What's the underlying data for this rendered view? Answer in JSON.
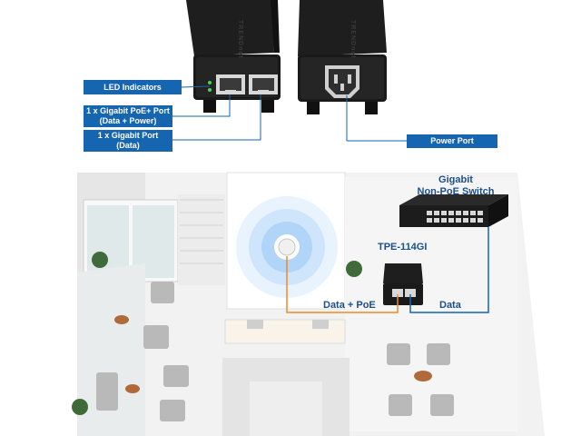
{
  "product": {
    "callouts": {
      "led": "LED Indicators",
      "poe_port_line1": "1 x Gigabit PoE+ Port",
      "poe_port_line2": "(Data + Power)",
      "gigabit_port_line1": "1 x Gigabit Port",
      "gigabit_port_line2": "(Data)",
      "power_port": "Power Port"
    },
    "brand_mark": "TRENDnet"
  },
  "scene": {
    "switch_title_line1": "Gigabit",
    "switch_title_line2": "Non-PoE Switch",
    "injector_label": "TPE-114GI",
    "link_poe_label": "Data + PoE",
    "link_data_label": "Data"
  },
  "colors": {
    "callout_bg": "#1565b0",
    "label_text": "#1b4f8c",
    "poe_line": "#f08a24",
    "data_line": "#1565b0",
    "led_green": "#3ddc4a"
  },
  "icons": [
    "led-icon",
    "ethernet-port-icon",
    "power-port-icon",
    "wifi-signal-icon"
  ]
}
